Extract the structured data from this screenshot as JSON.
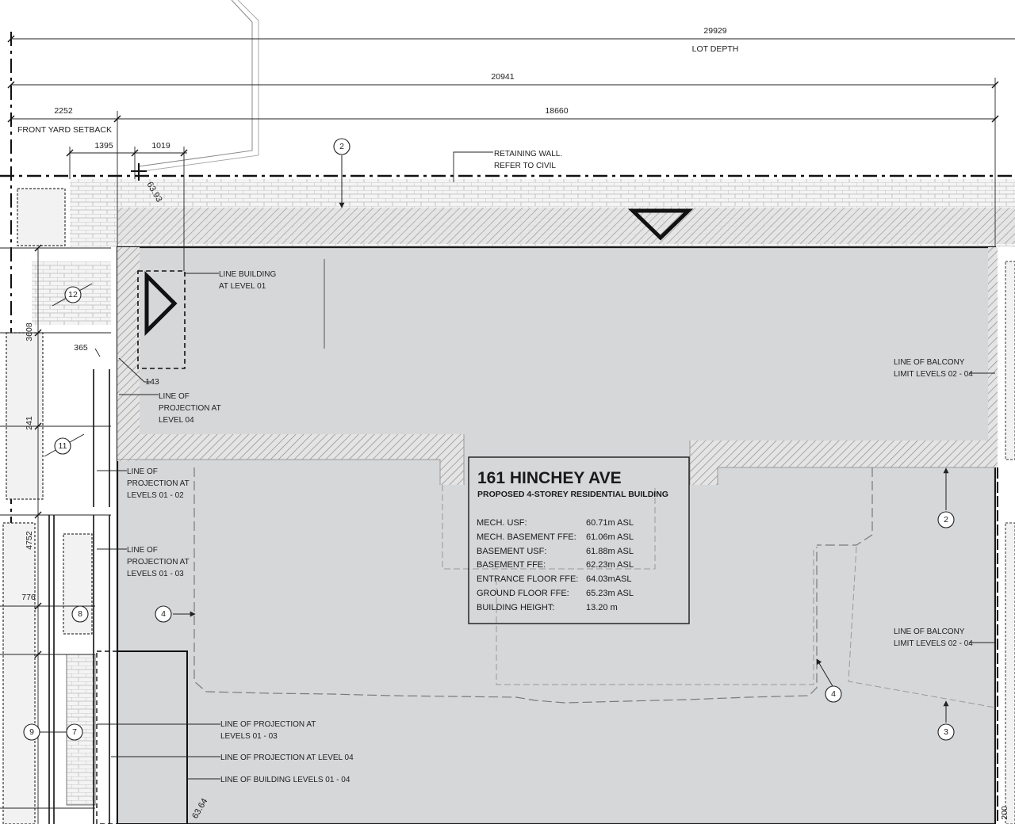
{
  "dimensions": {
    "lot_depth_value": "29929",
    "lot_depth_label": "LOT DEPTH",
    "d20941": "20941",
    "d18660": "18660",
    "d2252": "2252",
    "front_yard_setback": "FRONT YARD SETBACK",
    "d1395": "1395",
    "d1019": "1019",
    "d3608": "3608",
    "d365": "365",
    "d143": "143",
    "d241": "241",
    "d4752": "4752",
    "d776": "776",
    "d200": "200"
  },
  "elevations": {
    "top": "63.93",
    "bottom": "63.64"
  },
  "notes": {
    "retaining_wall_1": "RETAINING WALL.",
    "retaining_wall_2": "REFER TO CIVIL",
    "line_building_l01_1": "LINE BUILDING",
    "line_building_l01_2": "AT LEVEL 01",
    "proj_l04_1": "LINE OF",
    "proj_l04_2": "PROJECTION AT",
    "proj_l04_3": "LEVEL 04",
    "proj_l0102_1": "LINE OF",
    "proj_l0102_2": "PROJECTION AT",
    "proj_l0102_3": "LEVELS 01 - 02",
    "proj_l0103a_1": "LINE OF",
    "proj_l0103a_2": "PROJECTION AT",
    "proj_l0103a_3": "LEVELS 01 - 03",
    "balcony_a_1": "LINE OF BALCONY",
    "balcony_a_2": "LIMIT LEVELS 02 - 04",
    "balcony_b_1": "LINE OF BALCONY",
    "balcony_b_2": "LIMIT LEVELS 02 - 04",
    "proj_l0103b_1": "LINE OF PROJECTION AT",
    "proj_l0103b_2": "LEVELS 01 - 03",
    "proj_l04_single": "LINE OF PROJECTION AT LEVEL 04",
    "bldg_levels": "LINE OF BUILDING LEVELS 01 - 04"
  },
  "tags": {
    "t2_top": "2",
    "t12": "12",
    "t11": "11",
    "t8": "8",
    "t9": "9",
    "t7": "7",
    "t4_left": "4",
    "t4_right": "4",
    "t2_right": "2",
    "t3": "3"
  },
  "title_block": {
    "title": "161 HINCHEY AVE",
    "subtitle": "PROPOSED 4-STOREY RESIDENTIAL BUILDING",
    "rows": [
      {
        "label": "MECH. USF:",
        "value": "60.71m ASL"
      },
      {
        "label": "MECH. BASEMENT FFE:",
        "value": "61.06m ASL"
      },
      {
        "label": "BASEMENT USF:",
        "value": "61.88m ASL"
      },
      {
        "label": "BASEMENT FFE:",
        "value": "62.23m ASL"
      },
      {
        "label": "ENTRANCE FLOOR FFE:",
        "value": "64.03mASL"
      },
      {
        "label": "GROUND FLOOR FFE:",
        "value": "65.23m ASL"
      },
      {
        "label": "BUILDING HEIGHT:",
        "value": "13.20 m"
      }
    ]
  },
  "colors": {
    "building_fill": "#d6d7d9",
    "line": "#1a1a1a",
    "hatch": "#9a9a9a"
  }
}
